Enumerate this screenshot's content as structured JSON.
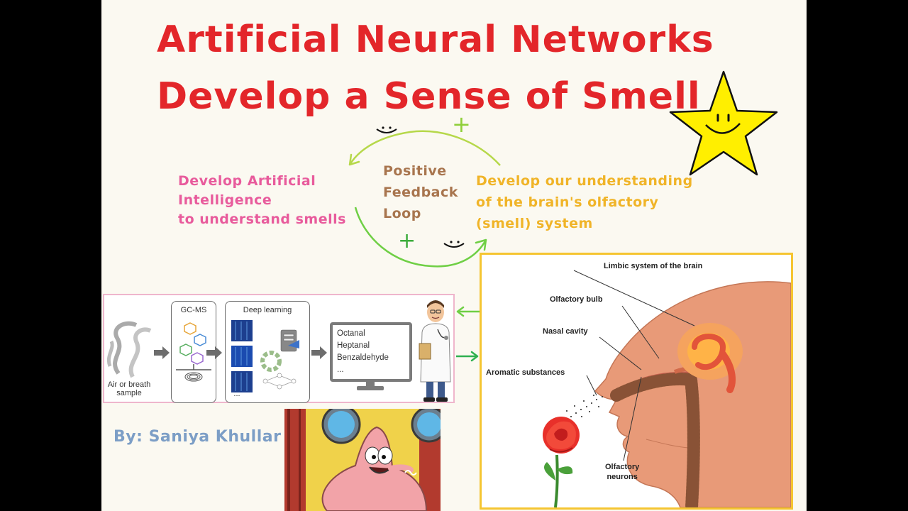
{
  "title": {
    "line1": "Artificial Neural Networks",
    "line2": "Develop a Sense of Smell"
  },
  "loop": {
    "left_text": "Develop Artificial\nIntelligence\nto understand smells",
    "center_text": "Positive\nFeedback\nLoop",
    "right_text": "Develop our understanding\nof the brain's olfactory\n(smell) system",
    "plus_symbol": "+"
  },
  "pipeline": {
    "sample_label": "Air or breath\nsample",
    "gcms_label": "GC-MS",
    "dl_label": "Deep learning",
    "dl_ellipsis": "...",
    "outputs": [
      "Octanal",
      "Heptanal",
      "Benzaldehyde",
      "..."
    ]
  },
  "anatomy": {
    "labels": {
      "limbic": "Limbic system of the brain",
      "bulb": "Olfactory bulb",
      "nasal": "Nasal cavity",
      "aromatic": "Aromatic substances",
      "neurons": "Olfactory\nneurons"
    }
  },
  "author": "By: Saniya Khullar",
  "colors": {
    "title": "#e3262a",
    "left_note": "#e85b9c",
    "right_note": "#f0b428",
    "center_note": "#a8754e",
    "loop_arrow": "#7fcf3a",
    "author": "#7c9ec6",
    "star": "#ffef00",
    "pipeline_border": "#efb6cc",
    "anatomy_border": "#f5c531"
  },
  "icons": [
    "smiley-star-icon",
    "smiley-face-icon",
    "scientist-icon",
    "monitor-icon",
    "server-icon",
    "rose-icon"
  ]
}
